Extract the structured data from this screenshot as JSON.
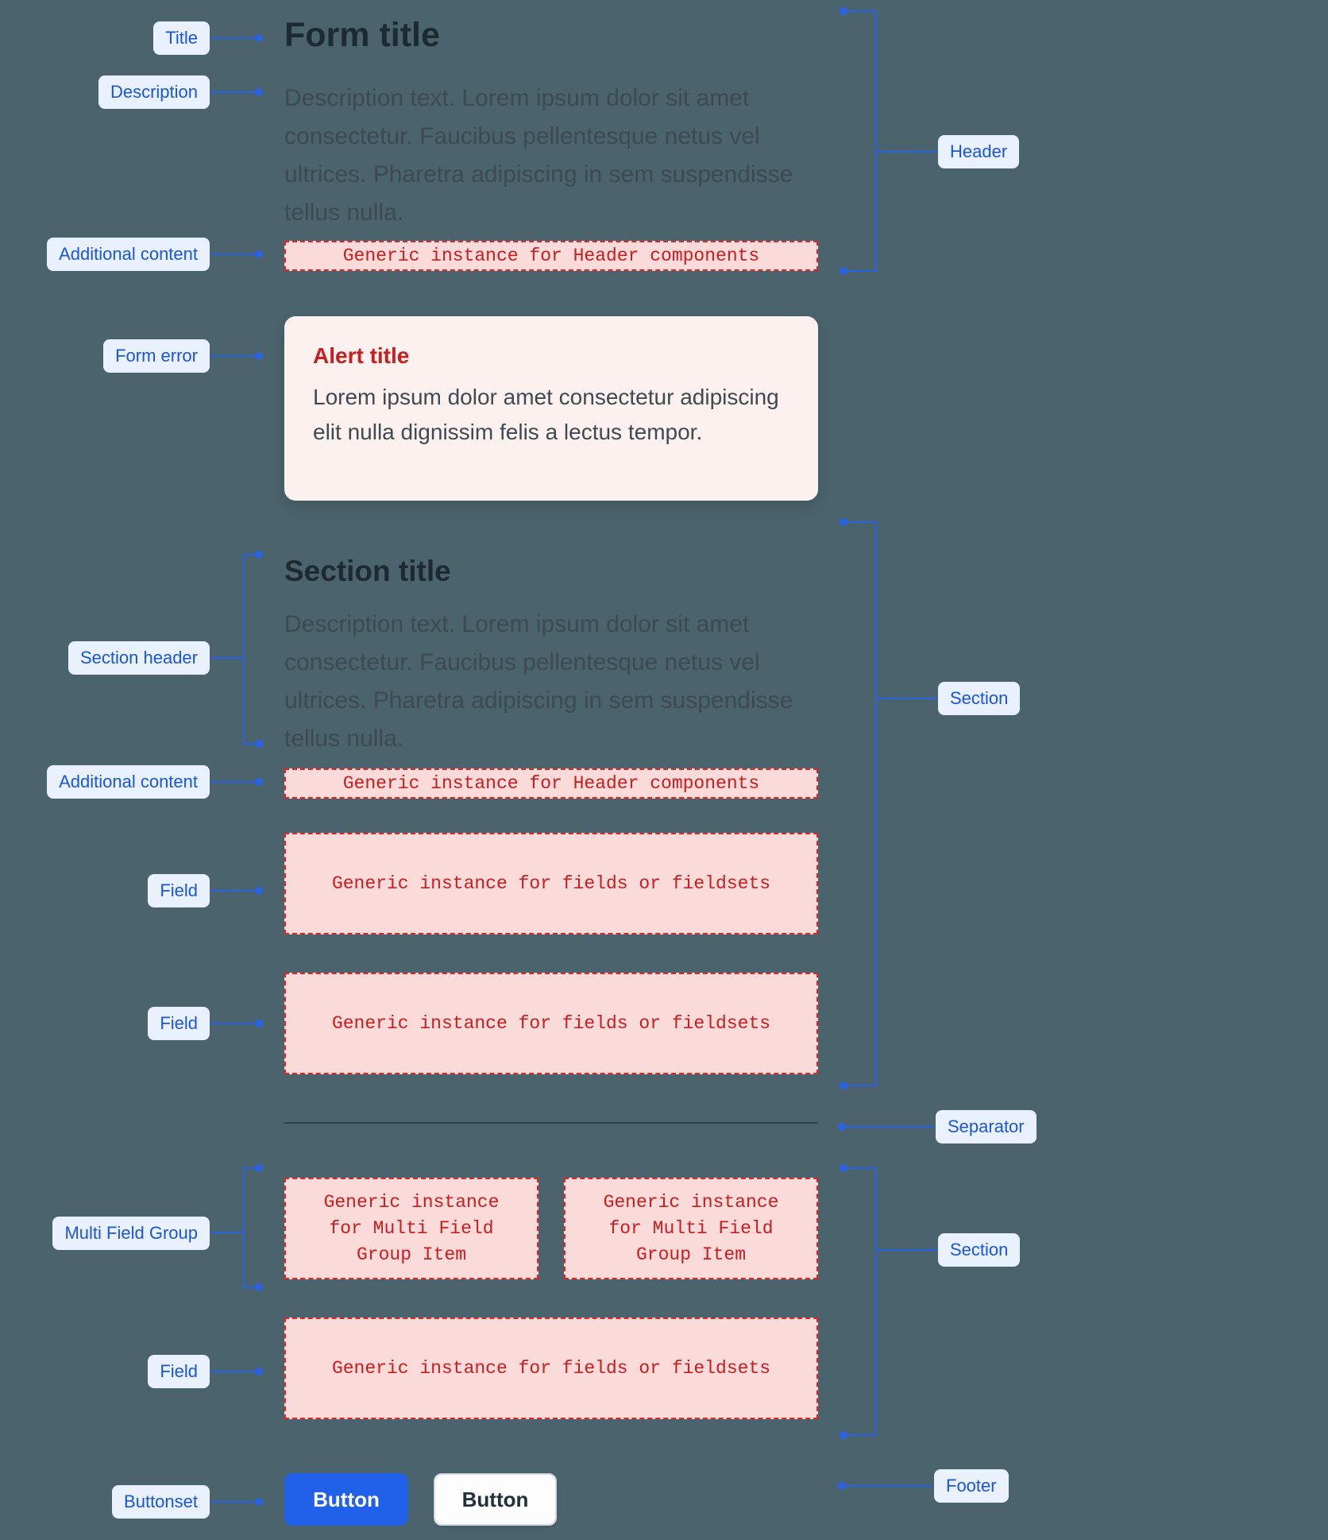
{
  "colors": {
    "background": "#4a636c",
    "annotation_accent": "#2b62e3",
    "annotation_pill_bg": "#e9f0fe",
    "annotation_pill_text": "#1a56db",
    "placeholder_text_red": "#c81e1e",
    "placeholder_border_red": "#e02424",
    "placeholder_bg": "#fbdada",
    "alert_bg": "#fdf1f0",
    "primary_button_bg": "#2160e8"
  },
  "annotations": {
    "left": [
      {
        "label": "Title"
      },
      {
        "label": "Description"
      },
      {
        "label": "Additional content"
      },
      {
        "label": "Form error"
      },
      {
        "label": "Section header"
      },
      {
        "label": "Additional content"
      },
      {
        "label": "Field"
      },
      {
        "label": "Field"
      },
      {
        "label": "Multi Field Group"
      },
      {
        "label": "Field"
      },
      {
        "label": "Buttonset"
      }
    ],
    "right": [
      {
        "label": "Header"
      },
      {
        "label": "Section"
      },
      {
        "label": "Separator"
      },
      {
        "label": "Section"
      },
      {
        "label": "Footer"
      }
    ]
  },
  "form": {
    "header": {
      "title": "Form title",
      "description": "Description text. Lorem ipsum dolor sit amet consectetur. Faucibus pellentesque netus vel ultrices. Pharetra adipiscing in sem suspendisse tellus nulla.",
      "placeholder": "Generic instance for Header components"
    },
    "alert": {
      "title": "Alert title",
      "body": "Lorem ipsum dolor amet consectetur adipiscing elit nulla dignissim felis a lectus tempor."
    },
    "section": {
      "title": "Section title",
      "description": "Description text. Lorem ipsum dolor sit amet consectetur. Faucibus pellentesque netus vel ultrices. Pharetra adipiscing in sem suspendisse tellus nulla.",
      "placeholder": "Generic instance for Header components",
      "field_placeholder": "Generic instance for fields or fieldsets"
    },
    "multi_field_group": {
      "item_placeholder": "Generic instance for Multi Field Group Item"
    },
    "buttonset": {
      "primary_label": "Button",
      "secondary_label": "Button"
    }
  }
}
